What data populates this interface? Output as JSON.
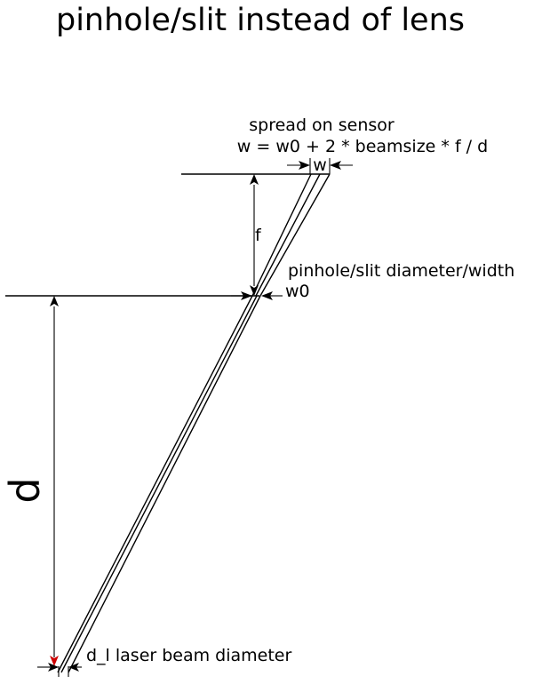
{
  "title": "pinhole/slit instead of lens",
  "labels": {
    "sensor_caption": "spread on sensor",
    "formula": "w = w0 + 2 * beamsize * f / d",
    "w": "w",
    "f": "f",
    "pinhole": "pinhole/slit diameter/width",
    "w0": "w0",
    "d": "d",
    "laser": "d_l laser beam diameter"
  },
  "colors": {
    "line": "#000000",
    "accent": "#cc0000"
  }
}
